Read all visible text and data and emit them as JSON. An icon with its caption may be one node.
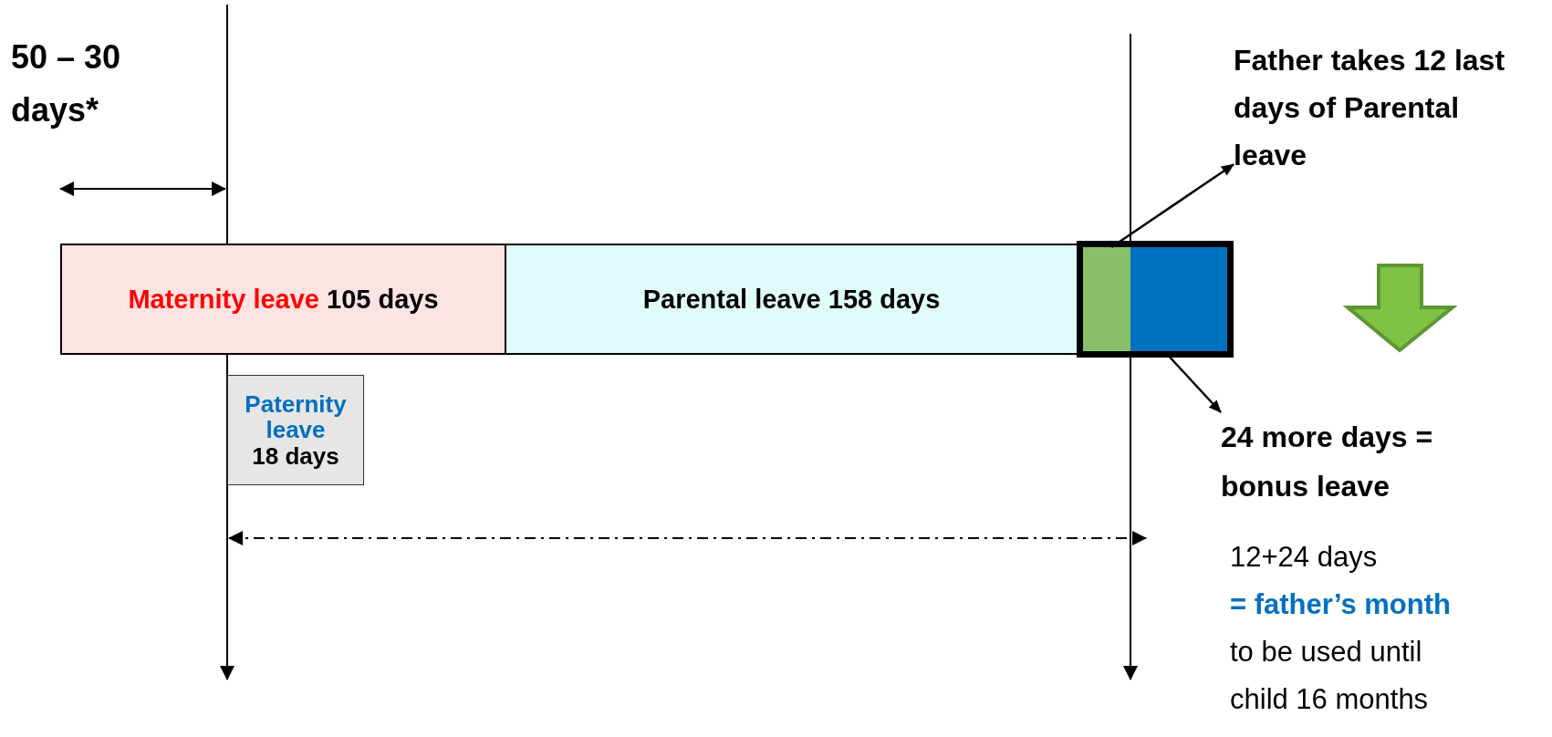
{
  "diagram": {
    "nodes": [
      {
        "text": [
          "Maternity leave",
          "105 days"
        ]
      },
      {
        "text": [
          "Parental leave 158 days"
        ]
      },
      {
        "text": [],
        "shape": "box"
      },
      {
        "text": [],
        "shape": "box",
        "in": 2
      },
      {
        "text": [],
        "shape": "box",
        "in": 2
      },
      {
        "text": [
          "Father takes 12 last days of Parental leave"
        ]
      },
      {
        "text": [
          "24 more days = bonus leave"
        ]
      },
      {
        "text": [
          "Paternity leave",
          "18 days"
        ]
      }
    ],
    "edges": [
      {
        "from": 3,
        "to": 5,
        "arrow": "to"
      },
      {
        "from": 4,
        "to": 6,
        "arrow": "to"
      }
    ],
    "labels": [
      "50 – 30 days*",
      "12+24 days",
      "= father’s month",
      "to be used until child 16 months"
    ]
  }
}
